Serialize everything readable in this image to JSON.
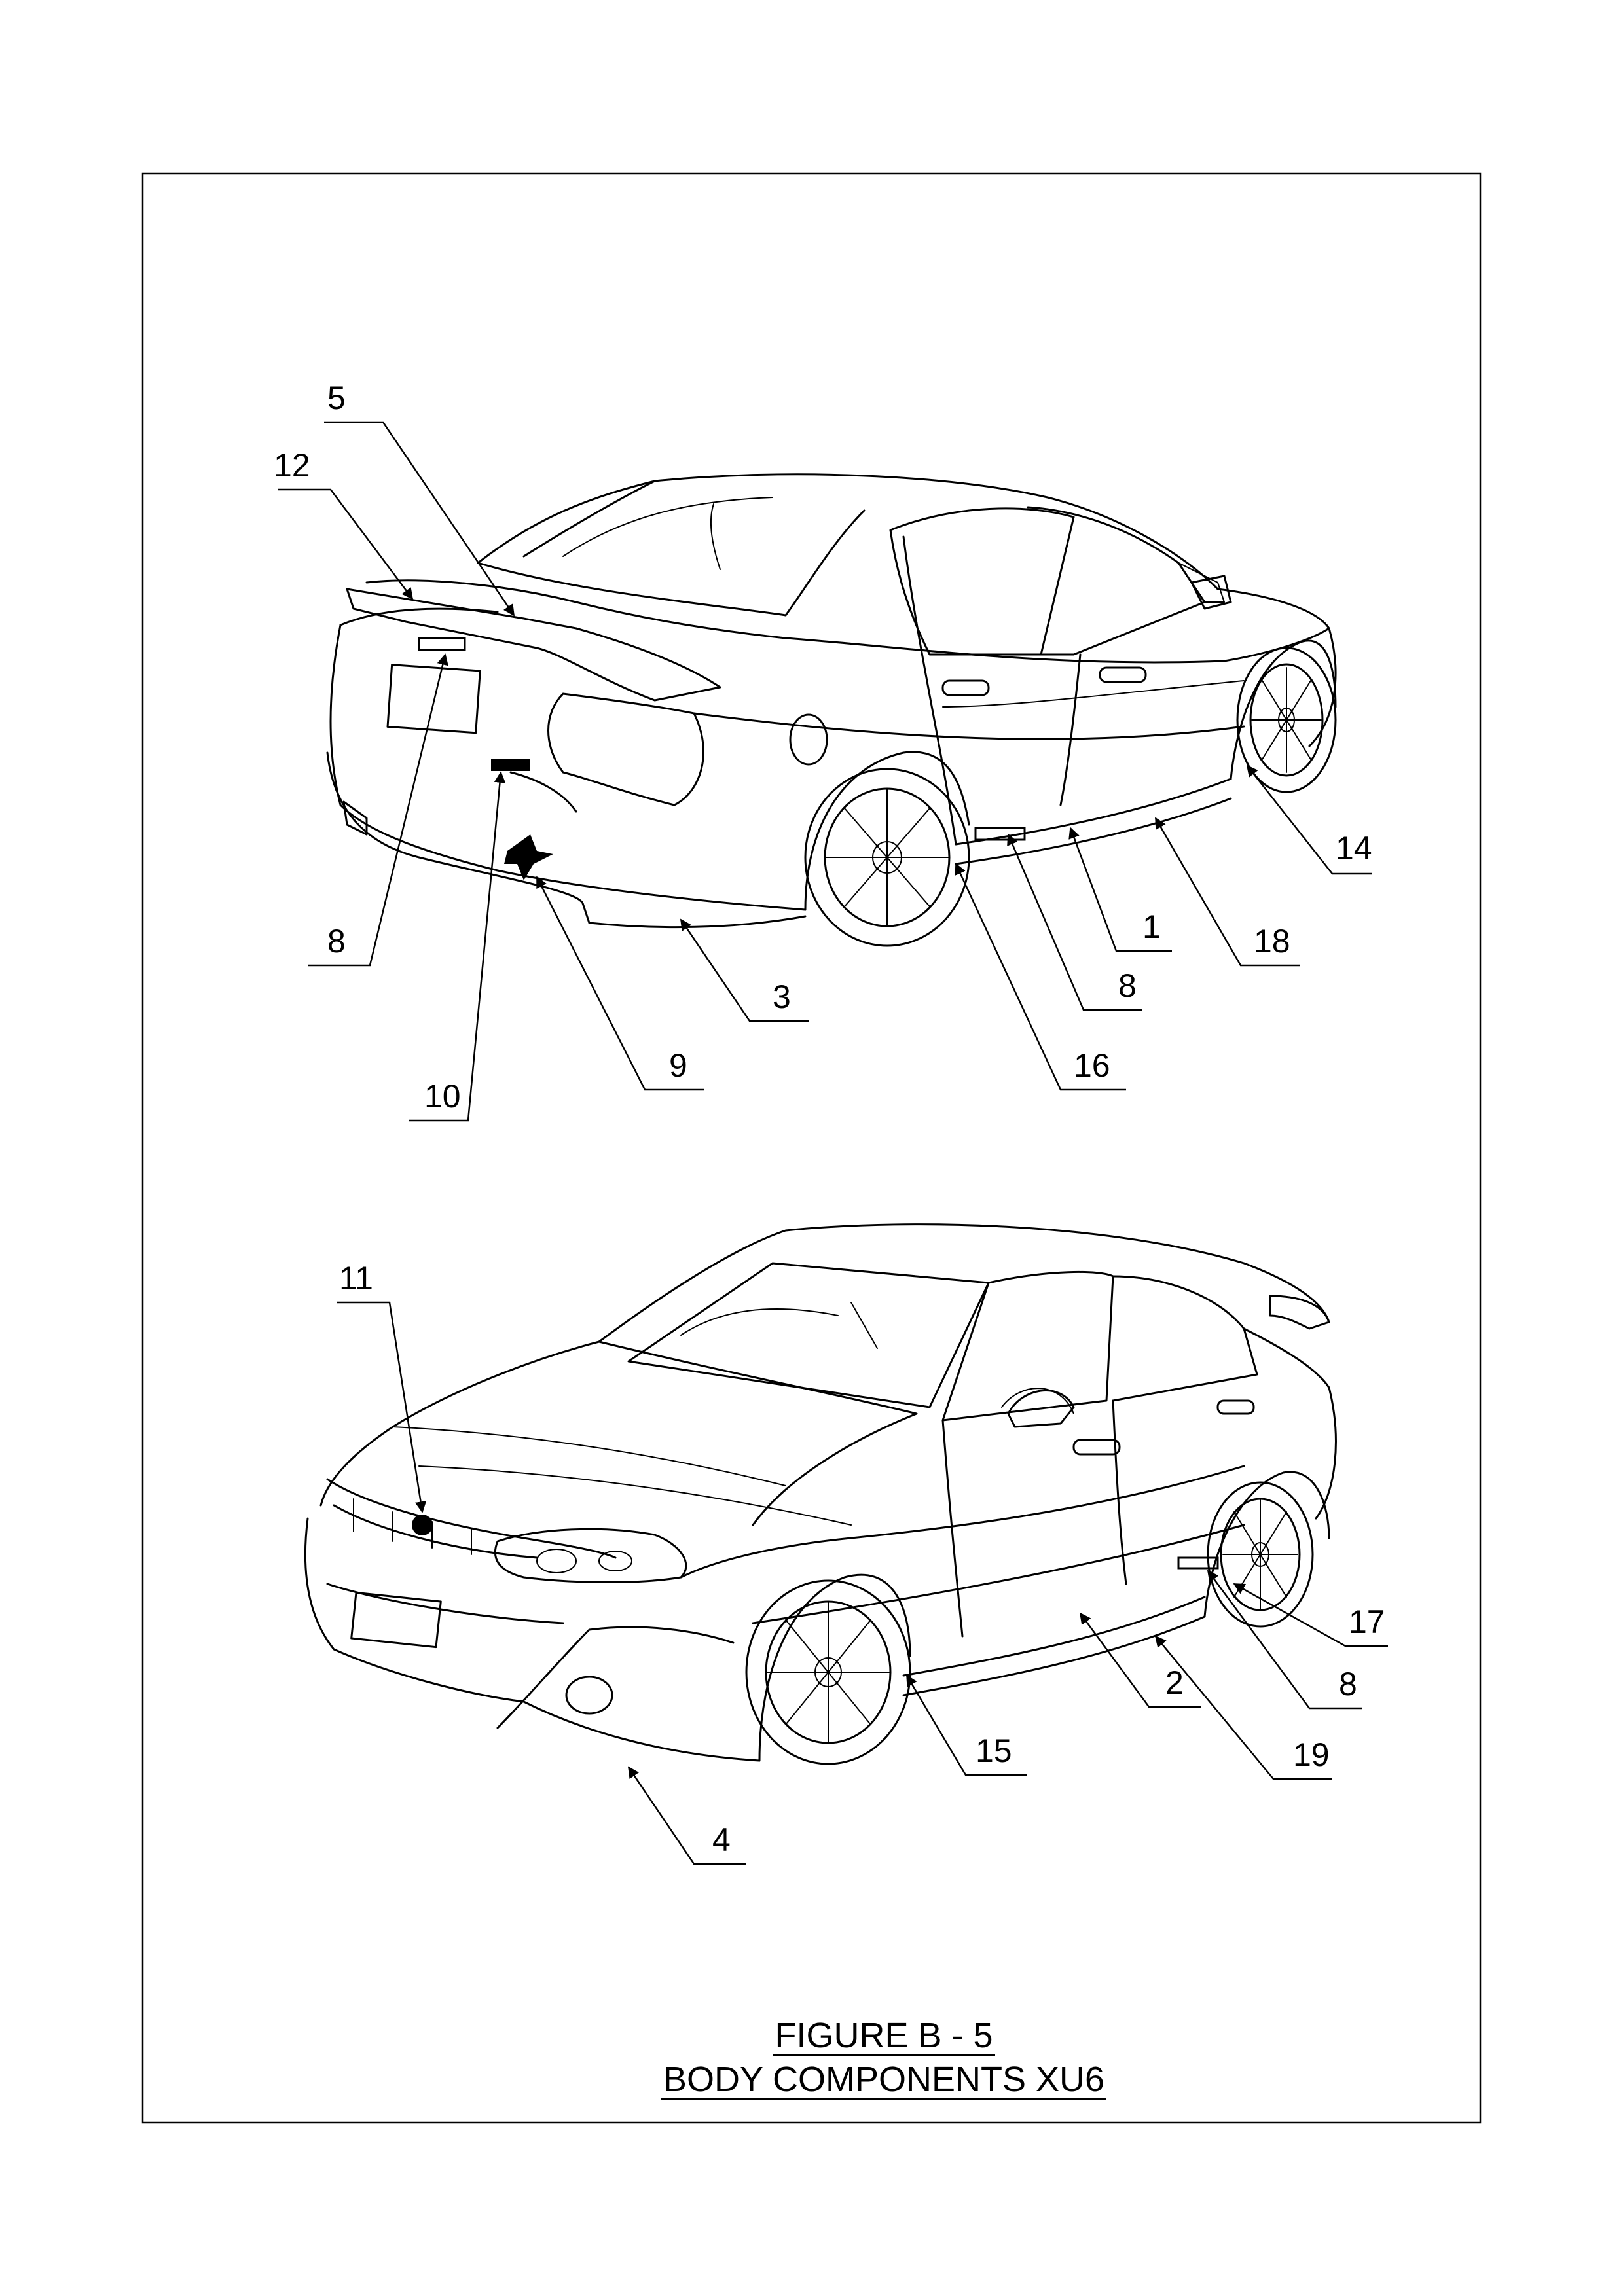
{
  "figure": {
    "title": "FIGURE B - 5",
    "subtitle": "BODY COMPONENTS XU6"
  },
  "rear_view_callouts": [
    "5",
    "12",
    "8",
    "10",
    "9",
    "3",
    "16",
    "8",
    "1",
    "18",
    "14"
  ],
  "front_view_callouts": [
    "11",
    "4",
    "15",
    "2",
    "19",
    "8",
    "17"
  ],
  "badge_text": "XU6"
}
